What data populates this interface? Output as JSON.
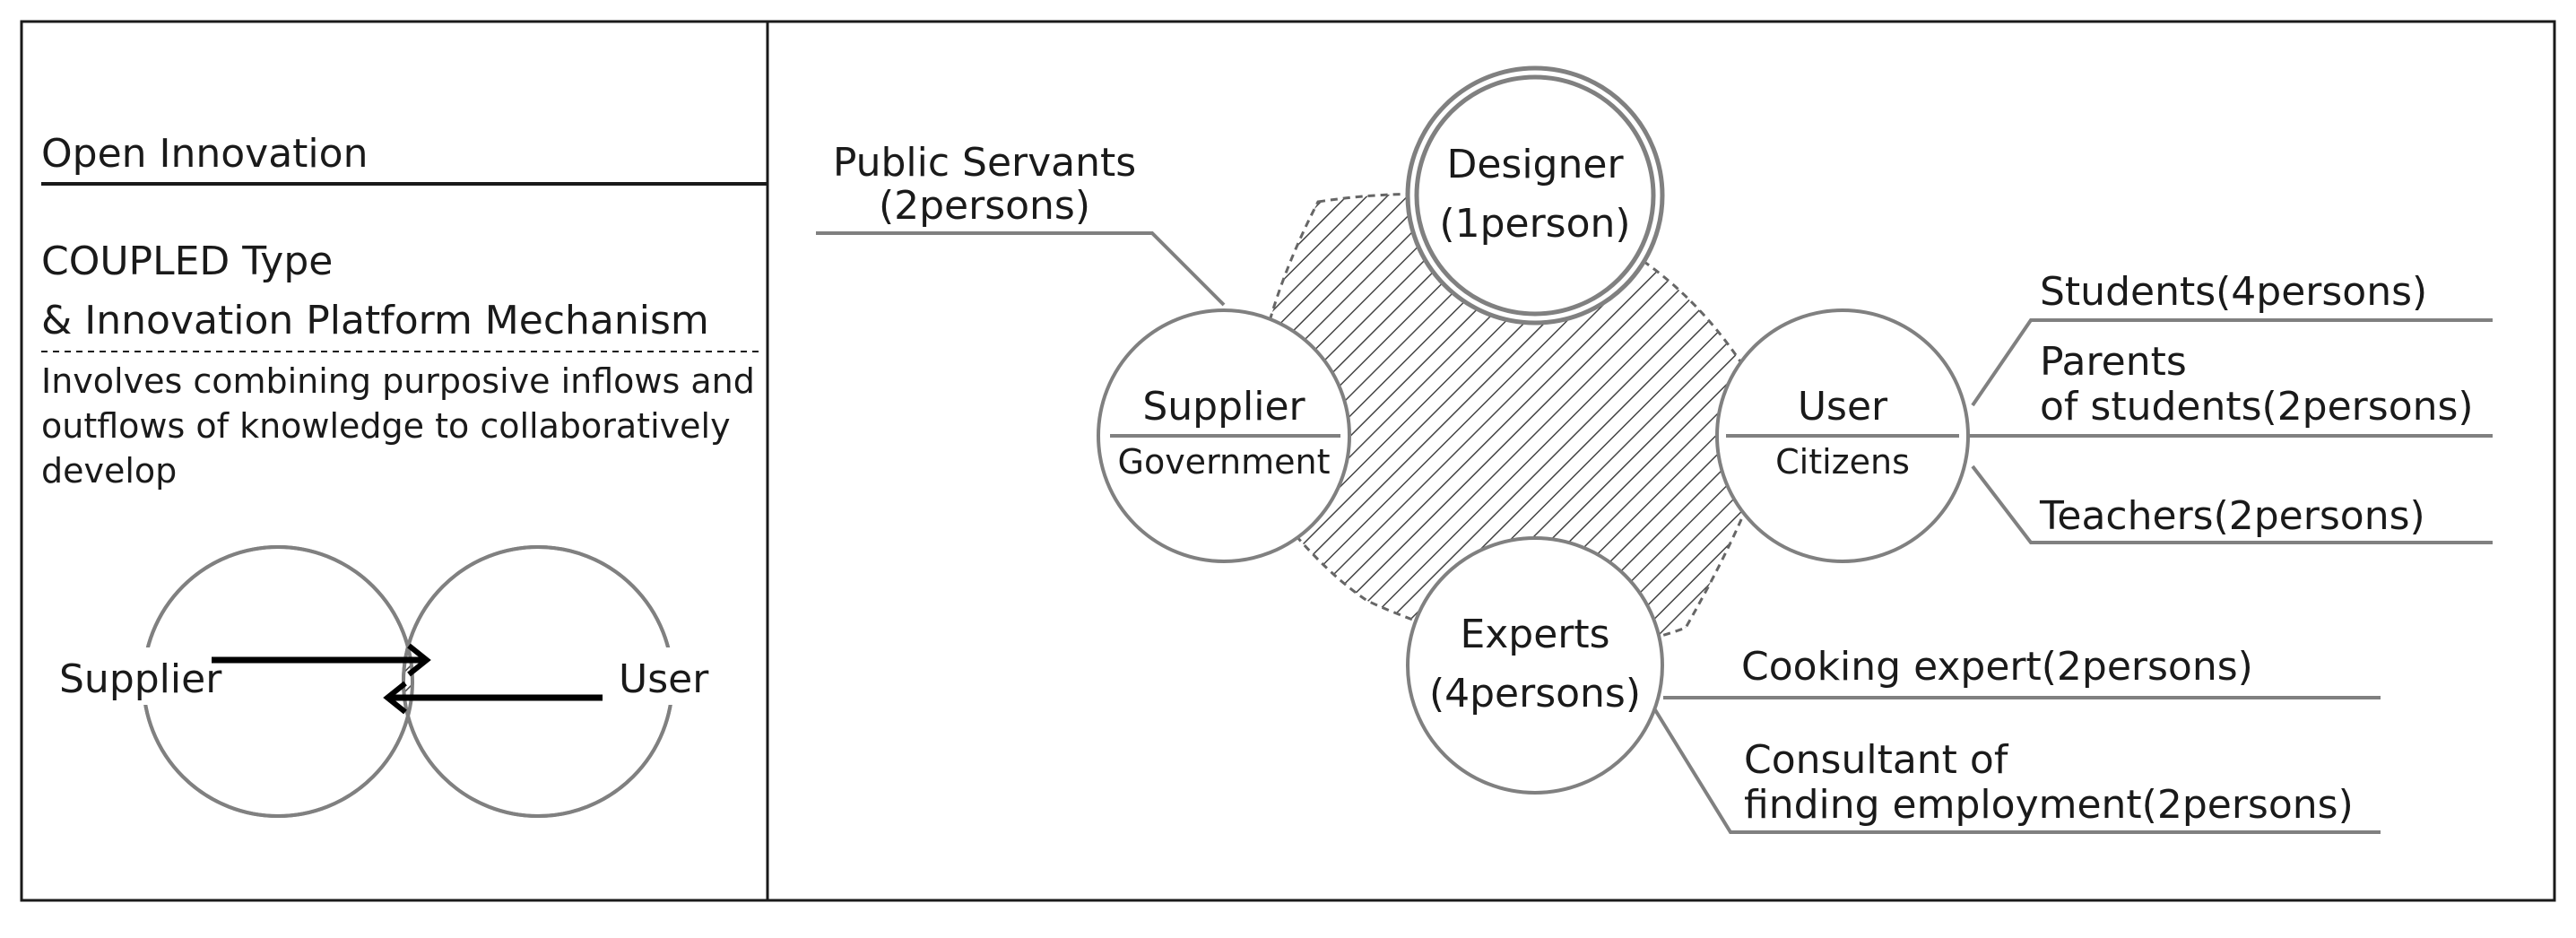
{
  "left_panel": {
    "section_title": "Open Innovation",
    "type_line1": "COUPLED Type",
    "type_line2": "& Innovation Platform Mechanism",
    "desc_line1": "Involves combining purposive inflows and",
    "desc_line2": "outflows of knowledge to collaboratively",
    "desc_line3": "develop",
    "venn_left_label": "Supplier",
    "venn_right_label": "User"
  },
  "right_panel": {
    "designer": {
      "line1": "Designer",
      "line2": "(1person)"
    },
    "supplier": {
      "title": "Supplier",
      "subtitle": "Government"
    },
    "user": {
      "title": "User",
      "subtitle": "Citizens"
    },
    "experts": {
      "line1": "Experts",
      "line2": "(4persons)"
    },
    "public_servants": {
      "line1": "Public Servants",
      "line2": "(2persons)"
    },
    "students": "Students(4persons)",
    "parents": {
      "line1": "Parents",
      "line2": "of students(2persons)"
    },
    "teachers": "Teachers(2persons)",
    "cooking_expert": "Cooking expert(2persons)",
    "consultant": {
      "line1": "Consultant of",
      "line2": "finding employment(2persons)"
    }
  }
}
